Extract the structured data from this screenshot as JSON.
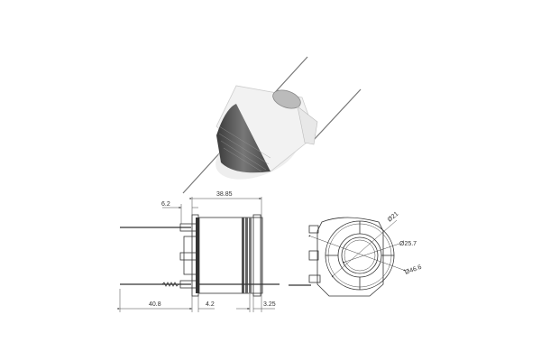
{
  "photo": {
    "description": "solenoid coil product photo",
    "colors": {
      "winding": "#555555",
      "bobbin": "#e8e8e8",
      "lead": "#888888"
    }
  },
  "side_view": {
    "dimensions": {
      "overall_length": "38.85",
      "flange_offset": "6.2",
      "lead_length": "40.8",
      "flange_thickness": "4.2",
      "end_band": "3.25"
    }
  },
  "end_view": {
    "dimensions": {
      "inner_diameter": "Ø21",
      "bore_diameter": "Ø25.7",
      "outer_diameter": "Ø46.6"
    }
  }
}
